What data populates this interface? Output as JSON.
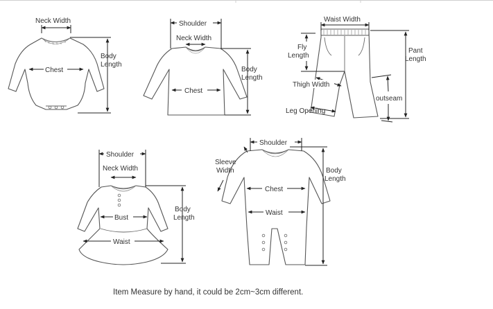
{
  "bodysuit": {
    "neck_width": "Neck Width",
    "chest": "Chest",
    "body_length_1": "Body",
    "body_length_2": "Length"
  },
  "tshirt": {
    "shoulder": "Shoulder",
    "neck_width": "Neck Width",
    "chest": "Chest",
    "body_length_1": "Body",
    "body_length_2": "Length"
  },
  "pants": {
    "waist_width": "Waist Width",
    "fly_length_1": "Fly",
    "fly_length_2": "Length",
    "pant_length_1": "Pant",
    "pant_length_2": "Length",
    "thigh_width": "Thigh Width",
    "outseam": "outseam",
    "leg_opening": "Leg Opening"
  },
  "dress": {
    "shoulder": "Shoulder",
    "neck_width": "Neck Width",
    "bust": "Bust",
    "waist": "Waist",
    "body_length_1": "Body",
    "body_length_2": "Length"
  },
  "jumpsuit": {
    "shoulder": "Shoulder",
    "sleeve_width_1": "Sleeve",
    "sleeve_width_2": "Width",
    "chest": "Chest",
    "waist": "Waist",
    "body_length_1": "Body",
    "body_length_2": "Length"
  },
  "footnote": "Item Measure by hand, it could be 2cm~3cm different."
}
